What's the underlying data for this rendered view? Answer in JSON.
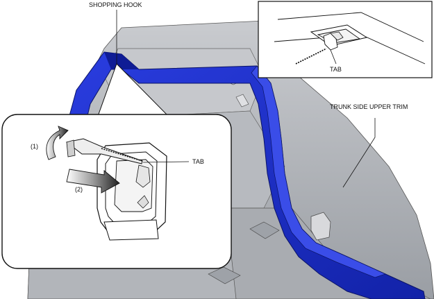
{
  "labels": {
    "shopping_hook": "SHOPPING HOOK",
    "tab_inset": "TAB",
    "trunk_side_upper_trim": "TRUNK SIDE UPPER TRIM",
    "tab_detail": "TAB",
    "step_1": "(1)",
    "step_2": "(2)"
  },
  "colors": {
    "trim": "#1d2fc4",
    "trim_dark": "#0d1a8a",
    "body_light": "#d4d6da",
    "body_mid": "#b8bbc0",
    "body_dark": "#8e9298"
  }
}
